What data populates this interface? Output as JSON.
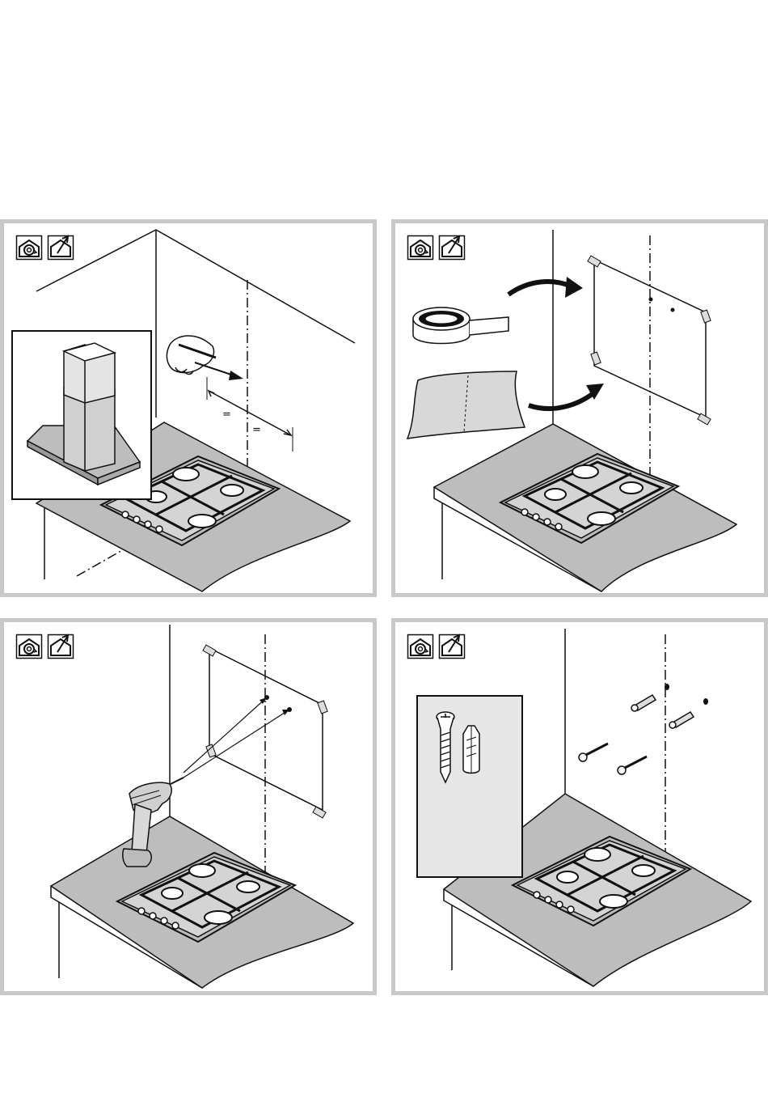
{
  "panels": [
    {
      "id": "step-1",
      "icons": [
        "recirculation-house-icon",
        "extraction-house-icon"
      ],
      "marks": [
        "=",
        "="
      ]
    },
    {
      "id": "step-2",
      "icons": [
        "recirculation-house-icon",
        "extraction-house-icon"
      ]
    },
    {
      "id": "step-3",
      "icons": [
        "recirculation-house-icon",
        "extraction-house-icon"
      ]
    },
    {
      "id": "step-4",
      "icons": [
        "recirculation-house-icon",
        "extraction-house-icon"
      ]
    }
  ],
  "colors": {
    "frame": "#c8c8c8",
    "counter": "#bdbdbd",
    "inset_bg": "#e6e6e6",
    "line": "#111111"
  }
}
